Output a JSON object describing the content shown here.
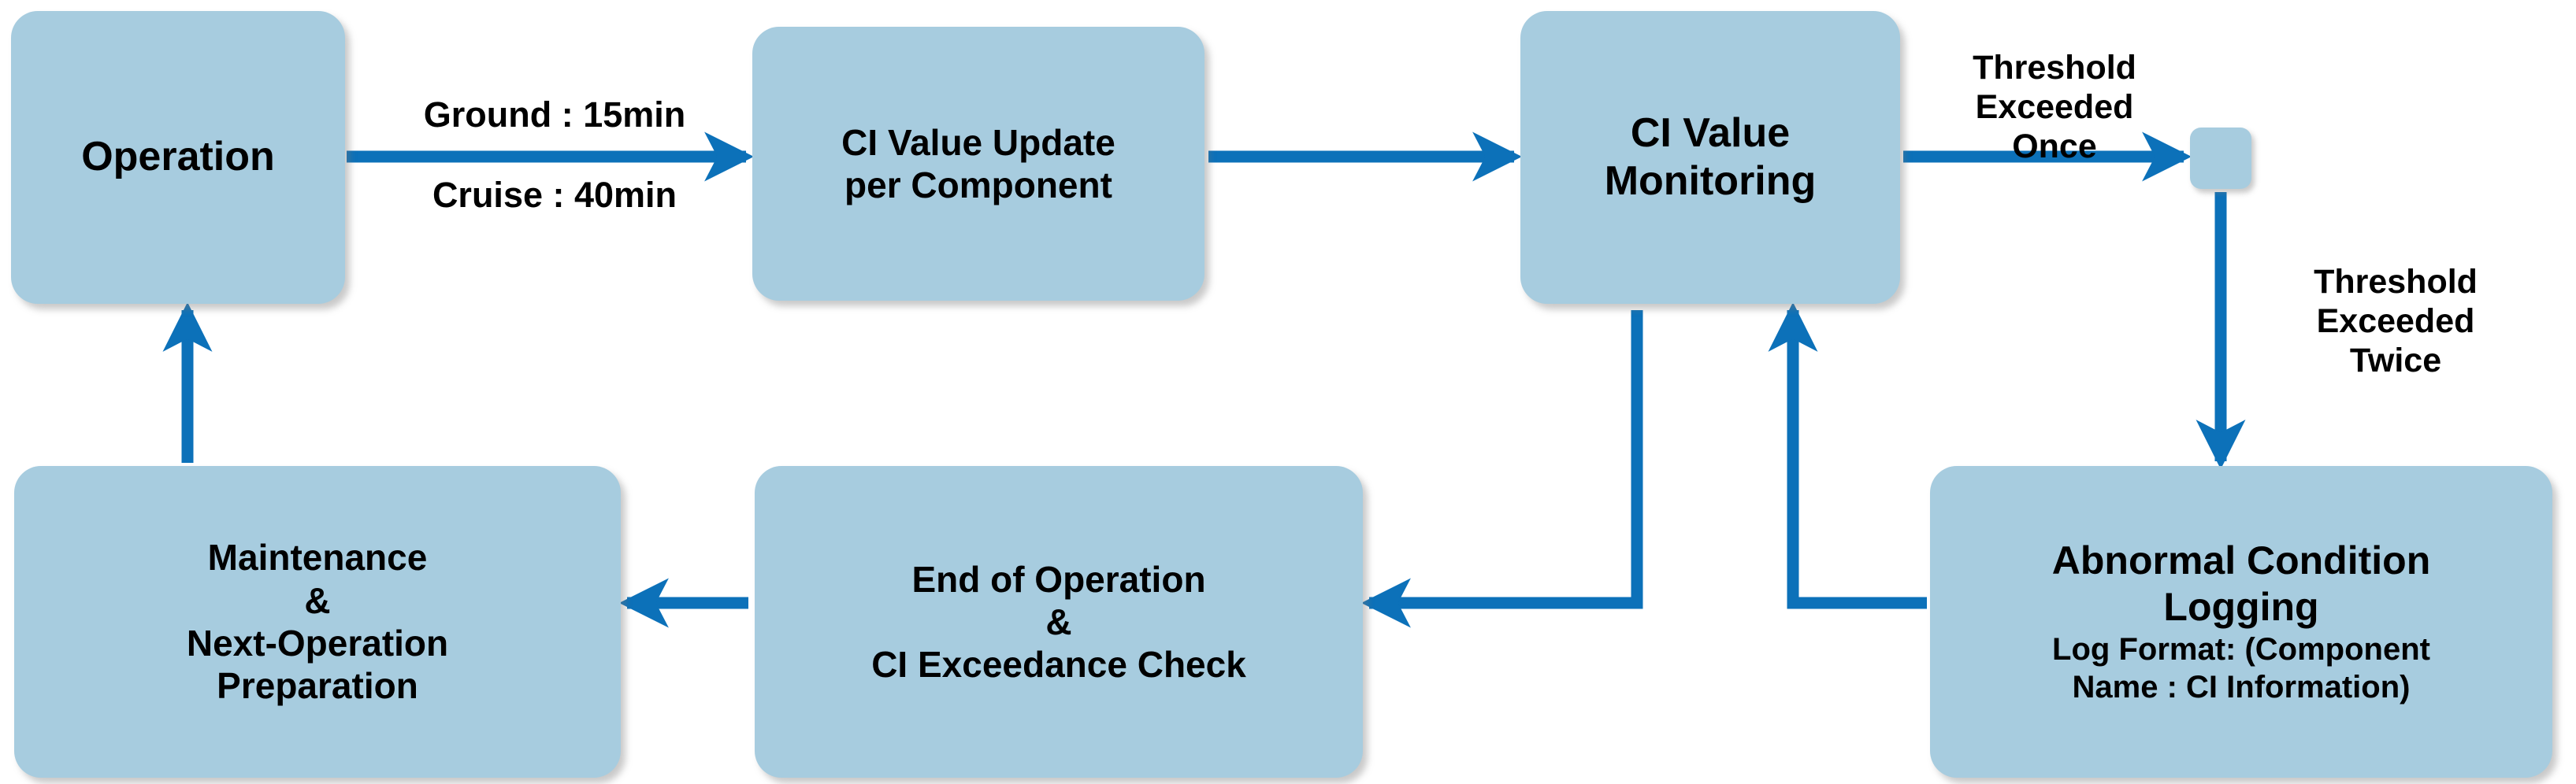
{
  "diagram": {
    "title": "CI-based Operation and Maintenance Flow",
    "colors": {
      "node_fill": "#A7CCDF",
      "connector": "#0C71B9",
      "text": "#000000",
      "background": "#FFFFFF"
    },
    "nodes": [
      {
        "id": "operation",
        "lines": [
          "Operation"
        ]
      },
      {
        "id": "ci-value-update",
        "lines": [
          "CI Value Update",
          "per Component"
        ]
      },
      {
        "id": "ci-value-monitoring",
        "lines": [
          "CI Value",
          "Monitoring"
        ]
      },
      {
        "id": "threshold-once-marker",
        "lines": [
          ""
        ]
      },
      {
        "id": "abnormal-condition-logging",
        "lines": [
          "Abnormal Condition",
          "Logging"
        ],
        "sub_lines": [
          "Log Format: (Component",
          "Name : CI Information)"
        ]
      },
      {
        "id": "end-of-operation",
        "lines": [
          "End of Operation",
          "&",
          "CI Exceedance Check"
        ]
      },
      {
        "id": "maintenance",
        "lines": [
          "Maintenance",
          "&",
          "Next-Operation",
          "Preparation"
        ]
      }
    ],
    "edge_labels": {
      "ground": "Ground : 15min",
      "cruise": "Cruise : 40min",
      "threshold_once": "Threshold\nExceeded\nOnce",
      "threshold_twice": "Threshold\nExceeded\nTwice"
    }
  },
  "nodes": {
    "operation": {
      "l0": "Operation"
    },
    "ci_update": {
      "l0": "CI Value Update",
      "l1": "per Component"
    },
    "ci_monitoring": {
      "l0": "CI Value",
      "l1": "Monitoring"
    },
    "abnormal": {
      "l0": "Abnormal Condition",
      "l1": "Logging",
      "s0": "Log Format: (Component",
      "s1": "Name : CI Information)"
    },
    "end_op": {
      "l0": "End of Operation",
      "l1": "&",
      "l2": "CI Exceedance Check"
    },
    "maintenance": {
      "l0": "Maintenance",
      "l1": "&",
      "l2": "Next-Operation",
      "l3": "Preparation"
    }
  },
  "labels": {
    "ground": "Ground : 15min",
    "cruise": "Cruise : 40min",
    "threshold_once": "Threshold\nExceeded\nOnce",
    "threshold_twice": "Threshold\nExceeded\nTwice"
  }
}
